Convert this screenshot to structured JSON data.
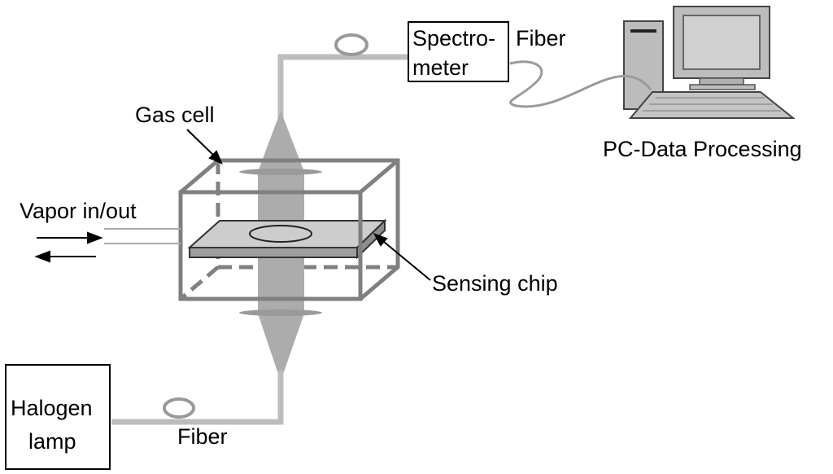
{
  "labels": {
    "spectrometer_line1": "Spectro-",
    "spectrometer_line2": "meter",
    "fiber_top": "Fiber",
    "pc": "PC-Data Processing",
    "gas_cell": "Gas cell",
    "vapor": "Vapor in/out",
    "sensing_chip": "Sensing chip",
    "halogen_line1": "Halogen",
    "halogen_line2": "lamp",
    "fiber_bottom": "Fiber"
  },
  "colors": {
    "fiber": "#b9b9b9",
    "beam": "#a9a9a9",
    "cell": "#808080",
    "chip": "#bdbdbd",
    "line": "#000000",
    "pc_body": "#c8c8c8",
    "pc_screen": "#cccccc"
  },
  "icons": [
    "computer-icon",
    "fiber-coil-icon"
  ]
}
